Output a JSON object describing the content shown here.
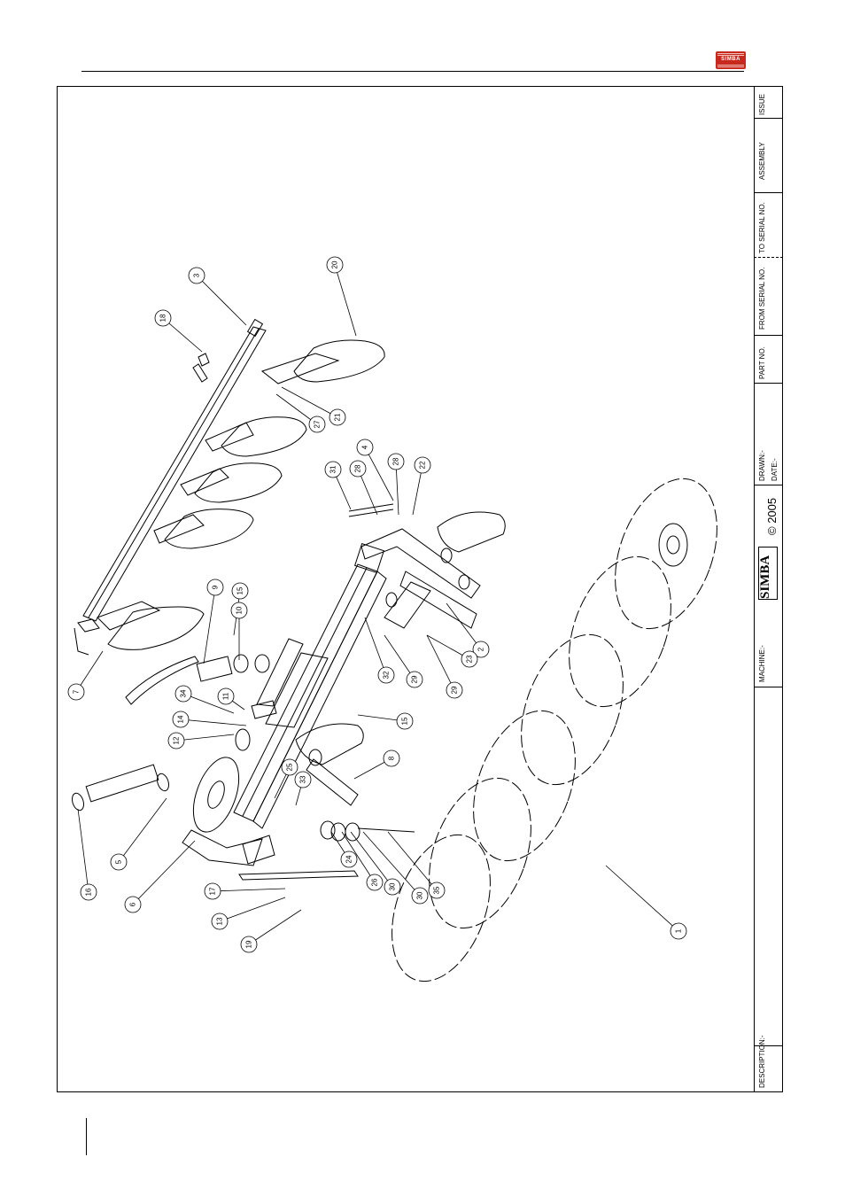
{
  "header": {
    "logo_text": "SIMBA"
  },
  "title_block": {
    "issue_label": "ISSUE",
    "assembly_label": "ASSEMBLY",
    "to_serial_label": "TO SERIAL NO.",
    "from_serial_label": "FROM SERIAL NO.",
    "part_no_label": "PART NO.",
    "drawn_label": "DRAWN:-",
    "date_label": "DATE:-",
    "brand": "SIMBA",
    "copyright": "© 2005",
    "machine_label": "MACHINE:-",
    "description_label": "DESCRIPTION:-"
  },
  "callouts": [
    "1",
    "2",
    "3",
    "4",
    "5",
    "6",
    "7",
    "8",
    "9",
    "10",
    "11",
    "12",
    "13",
    "14",
    "15",
    "15",
    "16",
    "17",
    "18",
    "19",
    "20",
    "21",
    "22",
    "23",
    "24",
    "25",
    "26",
    "27",
    "28",
    "28",
    "29",
    "29",
    "30",
    "30",
    "31",
    "32",
    "33",
    "34",
    "35"
  ]
}
